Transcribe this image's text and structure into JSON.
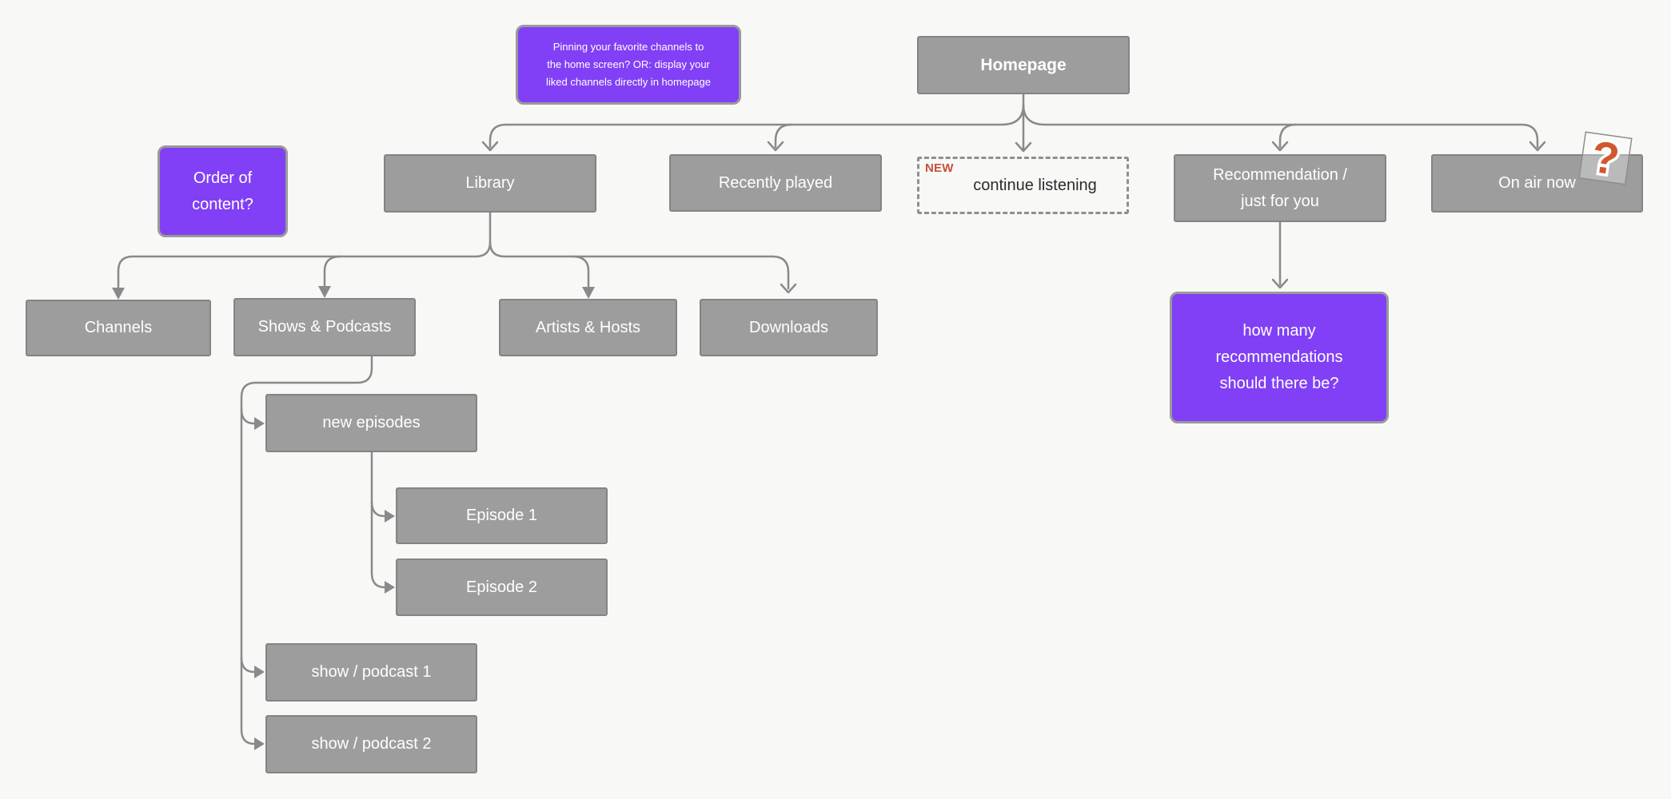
{
  "palette": {
    "background": "#f8f8f7",
    "node_fill": "#9d9d9d",
    "node_border": "#848484",
    "node_text": "#ffffff",
    "sticky_fill": "#8140f5",
    "sticky_border": "#9a9a9a",
    "connector": "#8a8a8a",
    "dashed_border": "#8f8f8f",
    "dashed_text": "#2b2b2b",
    "new_badge_color": "#c55136",
    "question_mark_color": "#d2572c"
  },
  "nodes": {
    "homepage": "Homepage",
    "library": "Library",
    "recently_played": "Recently played",
    "continue_listening": "continue listening",
    "recommendation": "Recommendation / just for you",
    "on_air_now": "On air now",
    "channels": "Channels",
    "shows_podcasts": "Shows & Podcasts",
    "artists_hosts": "Artists & Hosts",
    "downloads": "Downloads",
    "new_episodes": "new episodes",
    "episode_1": "Episode 1",
    "episode_2": "Episode 2",
    "show_podcast_1": "show / podcast 1",
    "show_podcast_2": "show / podcast 2"
  },
  "sticky_notes": {
    "pinning": "Pinning your favorite channels to the home screen? OR: display your liked channels directly in homepage",
    "order": "Order of content?",
    "recs_count": "how many recommendations should there be?"
  },
  "badges": {
    "new": "NEW",
    "question_mark": "?"
  }
}
